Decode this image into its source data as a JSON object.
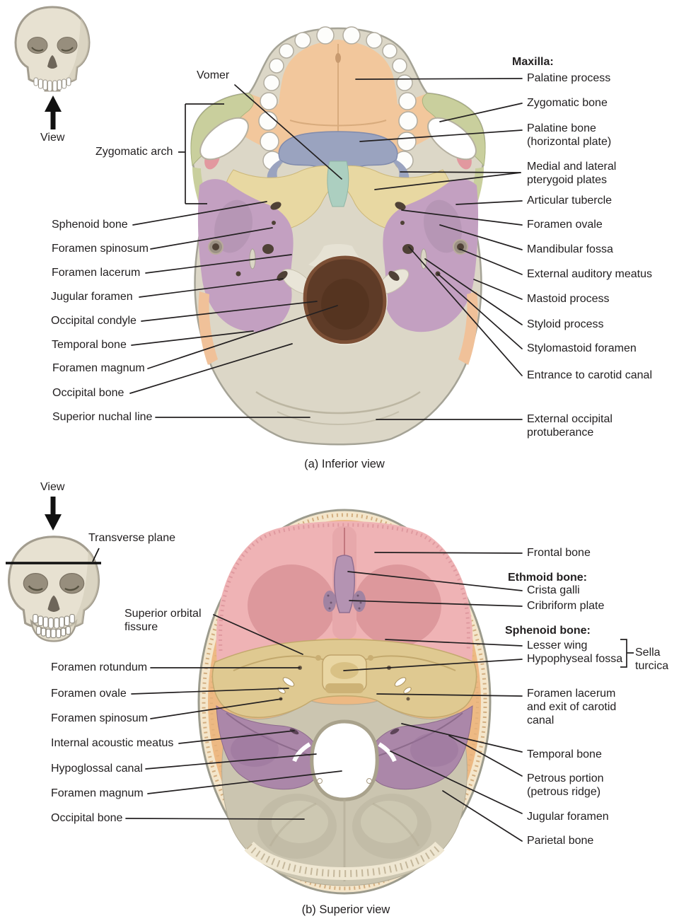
{
  "figure": {
    "a": {
      "view_label": "View",
      "caption": "(a) Inferior view",
      "left": [
        "Vomer",
        "Zygomatic arch",
        "Sphenoid bone",
        "Foramen spinosum",
        "Foramen lacerum",
        "Jugular foramen",
        "Occipital condyle",
        "Temporal bone",
        "Foramen magnum",
        "Occipital bone",
        "Superior nuchal line"
      ],
      "maxilla_header": "Maxilla:",
      "right": [
        "Palatine process",
        "Zygomatic bone",
        "Palatine bone\n(horizontal plate)",
        "Medial and lateral\npterygoid plates",
        "Articular tubercle",
        "Foramen ovale",
        "Mandibular fossa",
        "External auditory meatus",
        "Mastoid process",
        "Styloid process",
        "Stylomastoid foramen",
        "Entrance to carotid canal",
        "External occipital\nprotuberance"
      ]
    },
    "b": {
      "view_label": "View",
      "plane_label": "Transverse plane",
      "caption": "(b) Superior view",
      "left": [
        "Superior orbital\nfissure",
        "Foramen rotundum",
        "Foramen ovale",
        "Foramen spinosum",
        "Internal acoustic meatus",
        "Hypoglossal canal",
        "Foramen magnum",
        "Occipital bone"
      ],
      "frontal": "Frontal bone",
      "ethmoid_header": "Ethmoid bone:",
      "ethmoid_items": [
        "Crista galli",
        "Cribriform plate"
      ],
      "sphenoid_header": "Sphenoid bone:",
      "sphenoid_items": [
        "Lesser wing",
        "Hypophyseal fossa"
      ],
      "sella_label": "Sella\nturcica",
      "right_bottom": [
        "Foramen lacerum\nand exit of carotid\ncanal",
        "Temporal bone",
        "Petrous portion\n(petrous ridge)",
        "Jugular foramen",
        "Parietal bone"
      ]
    },
    "colors": {
      "maxilla_palate": "#f2c79c",
      "zygomatic_green": "#c9cf9d",
      "palatine_blue": "#9aa3bf",
      "sphenoid_yellow": "#e8d8a2",
      "temporal_mauve": "#c3a0c1",
      "vomer_teal": "#accfc0",
      "occipital_gray": "#d9d4c4",
      "foramen_magnum_brown": "#5e3b27",
      "parietal_orange": "#edb983",
      "frontal_pink": "#e4a1a5",
      "petrous_mauve": "#ab87a9",
      "occipital_tan": "#cbc5b0",
      "line_black": "#232021"
    }
  }
}
